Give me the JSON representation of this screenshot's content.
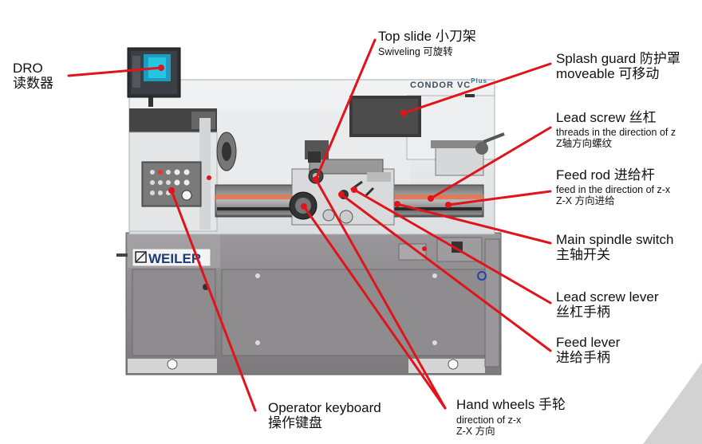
{
  "brand": {
    "maker": "WEILER",
    "model": "CONDOR VC",
    "model_suffix": "Plus"
  },
  "colors": {
    "leader": "#e0141a",
    "marker": "#e0141a",
    "machine_light": "#e7e9ea",
    "machine_dark": "#4a4a4a",
    "base": "#8c8a8d"
  },
  "labels": {
    "dro": {
      "line1": "DRO",
      "line2": "读数器"
    },
    "top_slide": {
      "line1": "Top slide 小刀架",
      "line2": "Swiveling 可旋转"
    },
    "splash_guard": {
      "line1": "Splash guard 防护罩",
      "line2": "moveable 可移动"
    },
    "lead_screw": {
      "line1": "Lead screw 丝杠",
      "line2": "threads in the direction of z",
      "line3": "Z轴方向螺纹"
    },
    "feed_rod": {
      "line1": "Feed rod 进给杆",
      "line2": "feed in the direction of z-x",
      "line3": "Z-X 方向进给"
    },
    "main_spindle_switch": {
      "line1": "Main spindle switch",
      "line2": "主轴开关"
    },
    "lead_screw_lever": {
      "line1": "Lead screw lever",
      "line2": "丝杠手柄"
    },
    "feed_lever": {
      "line1": "Feed  lever",
      "line2": "进给手柄"
    },
    "operator_keyboard": {
      "line1": "Operator keyboard",
      "line2": "操作键盘"
    },
    "hand_wheels": {
      "line1": "Hand wheels  手轮",
      "line2": "direction of z-x",
      "line3": "Z-X 方向"
    }
  }
}
